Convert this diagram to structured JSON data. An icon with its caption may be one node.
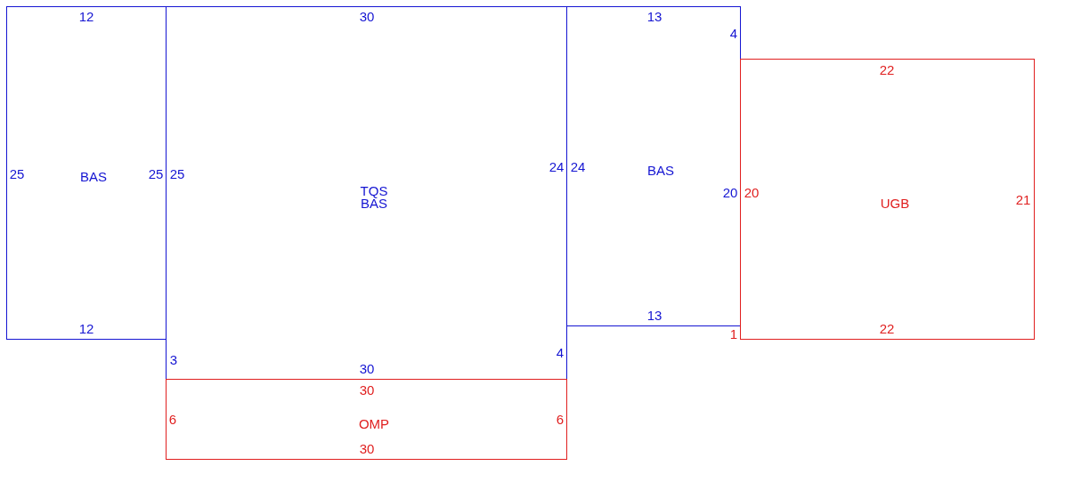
{
  "diagram": {
    "nodes": [
      {
        "text": [
          "12",
          "25",
          "BAS",
          "25",
          "12"
        ]
      },
      {
        "text": [
          "30",
          "25",
          "TQS",
          "BAS",
          "24",
          "3",
          "4",
          "30"
        ]
      },
      {
        "text": [
          "30",
          "6",
          "OMP",
          "6",
          "30"
        ]
      },
      {
        "text": [
          "13",
          "4",
          "24",
          "BAS",
          "20",
          "13"
        ]
      },
      {
        "text": [
          "22",
          "20",
          "UGB",
          "21",
          "22"
        ],
        "beside": [
          "1"
        ]
      }
    ]
  }
}
